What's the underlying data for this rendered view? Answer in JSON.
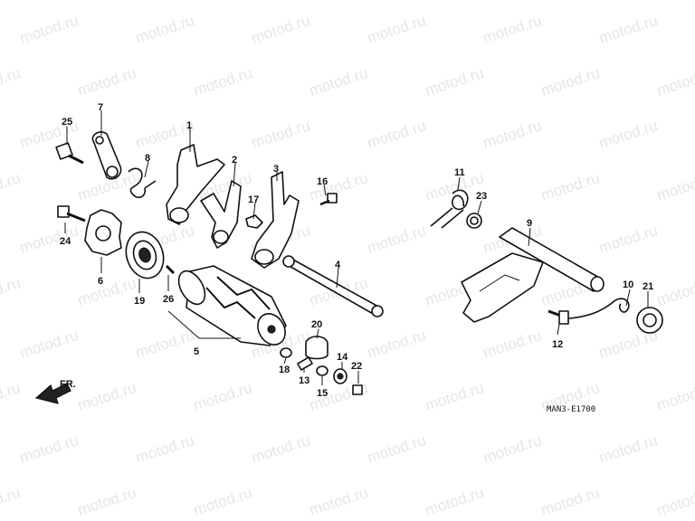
{
  "watermark": "motod.ru",
  "diagram_code": "MAN3-E1700",
  "direction_label": "FR.",
  "callouts": {
    "c1": "1",
    "c2": "2",
    "c3": "3",
    "c4": "4",
    "c5": "5",
    "c6": "6",
    "c7": "7",
    "c8": "8",
    "c9": "9",
    "c10": "10",
    "c11": "11",
    "c12": "12",
    "c13": "13",
    "c14": "14",
    "c15": "15",
    "c16": "16",
    "c17": "17",
    "c18": "18",
    "c19": "19",
    "c20": "20",
    "c21": "21",
    "c22": "22",
    "c23": "23",
    "c24": "24",
    "c25": "25",
    "c26": "26"
  }
}
